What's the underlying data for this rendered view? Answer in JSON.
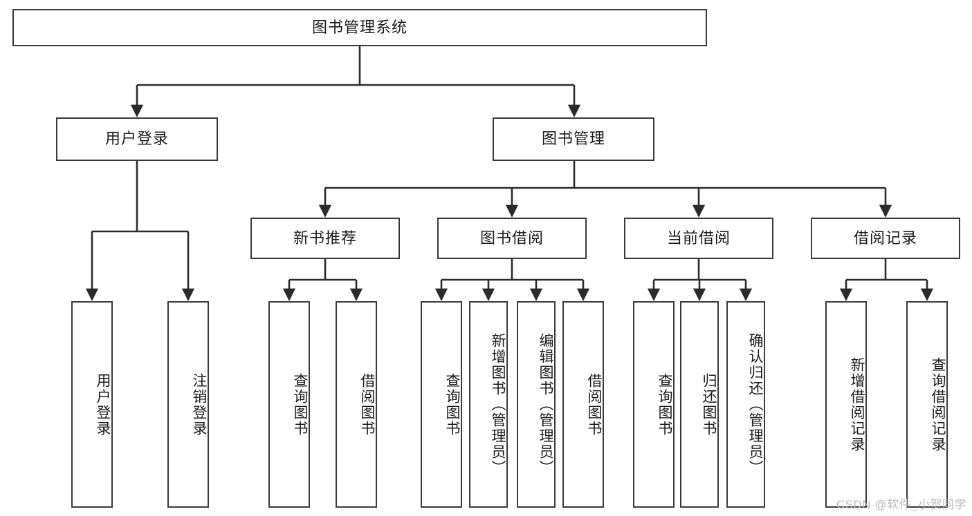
{
  "diagram": {
    "title": "图书管理系统",
    "type": "tree",
    "colors": {
      "box_border": "#3a3a3a",
      "box_fill": "#ffffff",
      "edge": "#2b2b2b",
      "text": "#1a1a1a",
      "watermark": "#b9b9b9"
    },
    "levels": {
      "root": "图书管理系统",
      "level2": [
        "用户登录",
        "图书管理"
      ],
      "level3": [
        "新书推荐",
        "图书借阅",
        "当前借阅",
        "借阅记录"
      ]
    },
    "nodes": {
      "root": {
        "label": "图书管理系统",
        "orientation": "horizontal"
      },
      "user_login": {
        "label": "用户登录",
        "orientation": "horizontal"
      },
      "book_manage": {
        "label": "图书管理",
        "orientation": "horizontal"
      },
      "new_book_rec": {
        "label": "新书推荐",
        "orientation": "horizontal"
      },
      "book_borrow": {
        "label": "图书借阅",
        "orientation": "horizontal"
      },
      "current_borrow": {
        "label": "当前借阅",
        "orientation": "horizontal"
      },
      "borrow_record": {
        "label": "借阅记录",
        "orientation": "horizontal"
      },
      "leaf_user_login": {
        "label": "用户登录",
        "orientation": "vertical"
      },
      "leaf_logout": {
        "label": "注销登录",
        "orientation": "vertical"
      },
      "leaf_query_book_1": {
        "label": "查询图书",
        "orientation": "vertical"
      },
      "leaf_borrow_book_1": {
        "label": "借阅图书",
        "orientation": "vertical"
      },
      "leaf_query_book_2": {
        "label": "查询图书",
        "orientation": "vertical"
      },
      "leaf_add_book": {
        "label": "新增图书（管理员）",
        "orientation": "vertical"
      },
      "leaf_edit_book": {
        "label": "编辑图书（管理员）",
        "orientation": "vertical"
      },
      "leaf_borrow_book_2": {
        "label": "借阅图书",
        "orientation": "vertical"
      },
      "leaf_query_book_3": {
        "label": "查询图书",
        "orientation": "vertical"
      },
      "leaf_return_book": {
        "label": "归还图书",
        "orientation": "vertical"
      },
      "leaf_confirm_return": {
        "label": "确认归还（管理员）",
        "orientation": "vertical"
      },
      "leaf_add_record": {
        "label": "新增借阅记录",
        "orientation": "vertical"
      },
      "leaf_query_record": {
        "label": "查询借阅记录",
        "orientation": "vertical"
      }
    },
    "edges": [
      {
        "from": "图书管理系统",
        "to": "用户登录"
      },
      {
        "from": "图书管理系统",
        "to": "图书管理"
      },
      {
        "from": "用户登录",
        "to": "用户登录"
      },
      {
        "from": "用户登录",
        "to": "注销登录"
      },
      {
        "from": "图书管理",
        "to": "新书推荐"
      },
      {
        "from": "图书管理",
        "to": "图书借阅"
      },
      {
        "from": "图书管理",
        "to": "当前借阅"
      },
      {
        "from": "图书管理",
        "to": "借阅记录"
      },
      {
        "from": "新书推荐",
        "to": "查询图书"
      },
      {
        "from": "新书推荐",
        "to": "借阅图书"
      },
      {
        "from": "图书借阅",
        "to": "查询图书"
      },
      {
        "from": "图书借阅",
        "to": "新增图书（管理员）"
      },
      {
        "from": "图书借阅",
        "to": "编辑图书（管理员）"
      },
      {
        "from": "图书借阅",
        "to": "借阅图书"
      },
      {
        "from": "当前借阅",
        "to": "查询图书"
      },
      {
        "from": "当前借阅",
        "to": "归还图书"
      },
      {
        "from": "当前借阅",
        "to": "确认归还（管理员）"
      },
      {
        "from": "借阅记录",
        "to": "新增借阅记录"
      },
      {
        "from": "借阅记录",
        "to": "查询借阅记录"
      }
    ]
  },
  "watermark": {
    "text": "CSDN @软件_小贺同学"
  }
}
